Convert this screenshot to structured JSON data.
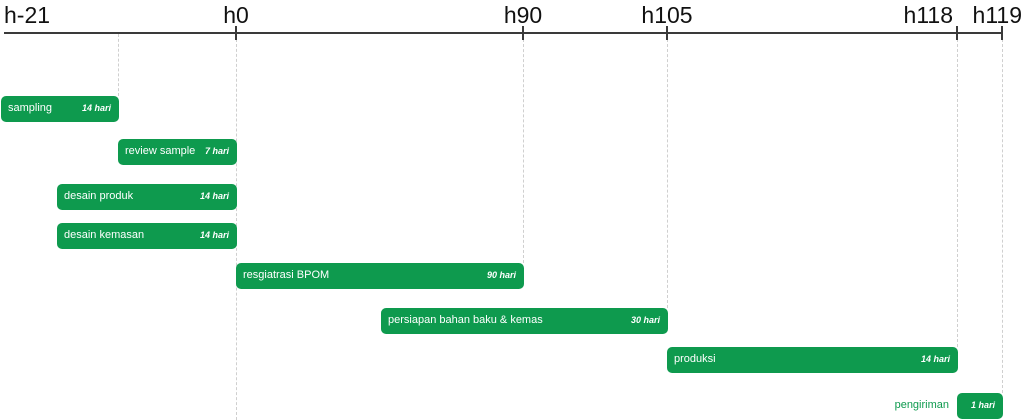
{
  "chart_data": {
    "type": "gantt",
    "color": "#0e9a4e",
    "axis_ticks": [
      {
        "label": "h-21",
        "day": -21
      },
      {
        "label": "h0",
        "day": 0
      },
      {
        "label": "h90",
        "day": 90
      },
      {
        "label": "h105",
        "day": 105
      },
      {
        "label": "h118",
        "day": 118
      },
      {
        "label": "h119",
        "day": 119
      }
    ],
    "tasks": [
      {
        "name": "sampling",
        "duration": "14 hari",
        "start": -21,
        "end": -7
      },
      {
        "name": "review sample",
        "duration": "7 hari",
        "start": -7,
        "end": 0
      },
      {
        "name": "desain produk",
        "duration": "14 hari",
        "start": -14,
        "end": 0
      },
      {
        "name": "desain kemasan",
        "duration": "14 hari",
        "start": -14,
        "end": 0
      },
      {
        "name": "resgiatrasi BPOM",
        "duration": "90 hari",
        "start": 0,
        "end": 90
      },
      {
        "name": "persiapan bahan baku & kemas",
        "duration": "30 hari",
        "start": 75,
        "end": 105
      },
      {
        "name": "produksi",
        "duration": "14 hari",
        "start": 105,
        "end": 118
      },
      {
        "name": "pengiriman",
        "duration": "1 hari",
        "start": 118,
        "end": 119,
        "label_outside": true
      }
    ]
  }
}
